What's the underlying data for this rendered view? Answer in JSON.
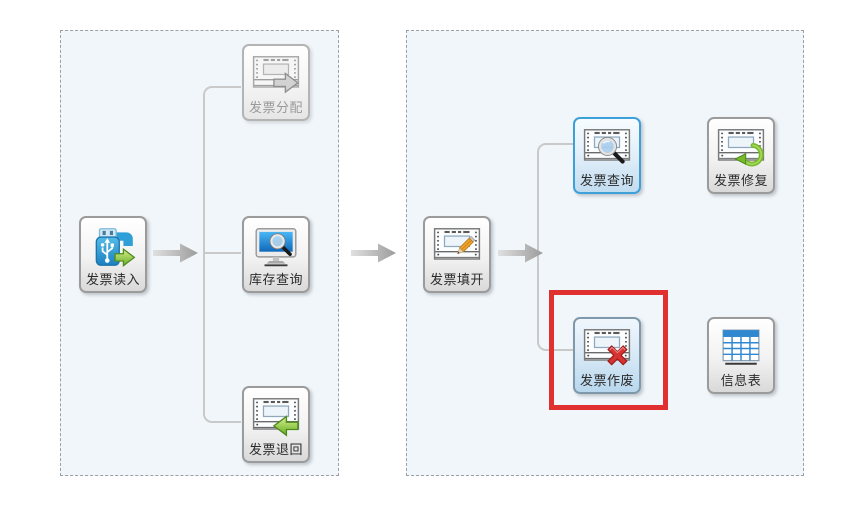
{
  "diagram": {
    "description": "invoice software workflow diagram",
    "colors": {
      "panel_bg": "#f1f6fa",
      "panel_border": "#9aa0a6",
      "connector": "#c9c9c9",
      "highlight_blue": "#3da0d8",
      "highlight_red": "#e03030"
    }
  },
  "left_panel": {
    "root": {
      "label": "发票读入",
      "icon": "usb-read-icon"
    },
    "children": [
      {
        "label": "发票分配",
        "icon": "invoice-assign-icon",
        "state": "disabled"
      },
      {
        "label": "库存查询",
        "icon": "monitor-search-icon",
        "state": "normal"
      },
      {
        "label": "发票退回",
        "icon": "invoice-return-icon",
        "state": "normal"
      }
    ]
  },
  "right_panel": {
    "root": {
      "label": "发票填开",
      "icon": "invoice-fill-icon"
    },
    "children": [
      {
        "label": "发票查询",
        "icon": "invoice-query-icon",
        "state": "highlighted-blue"
      },
      {
        "label": "发票修复",
        "icon": "invoice-repair-icon",
        "state": "normal"
      },
      {
        "label": "发票作废",
        "icon": "invoice-void-icon",
        "state": "highlighted-red-boxed"
      },
      {
        "label": "信息表",
        "icon": "table-icon",
        "state": "normal"
      }
    ]
  }
}
